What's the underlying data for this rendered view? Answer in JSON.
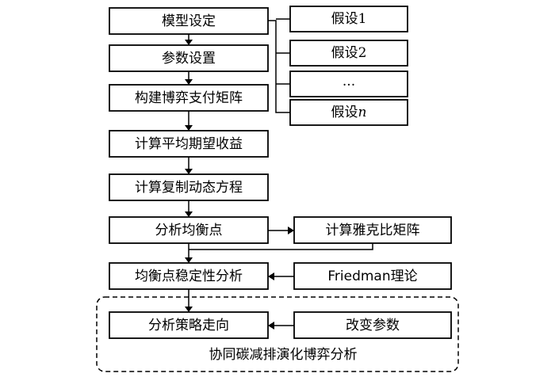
{
  "main_flow": {
    "model_setup": "模型设定",
    "param_setting": "参数设置",
    "build_matrix": "构建博弈支付矩阵",
    "expected_payoff": "计算平均期望收益",
    "replicator_equation": "计算复制动态方程",
    "equilibrium_analysis": "分析均衡点",
    "stability_analysis": "均衡点稳定性分析",
    "strategy_trend": "分析策略走向"
  },
  "assumptions": {
    "a1": "假设1",
    "a2": "假设2",
    "ellipsis": "...",
    "an_prefix": "假设",
    "an_var": "n"
  },
  "side_flow": {
    "jacobian": "计算雅克比矩阵",
    "friedman": "Friedman理论",
    "change_params": "改变参数"
  },
  "group": {
    "label": "协同碳减排演化博弈分析"
  }
}
